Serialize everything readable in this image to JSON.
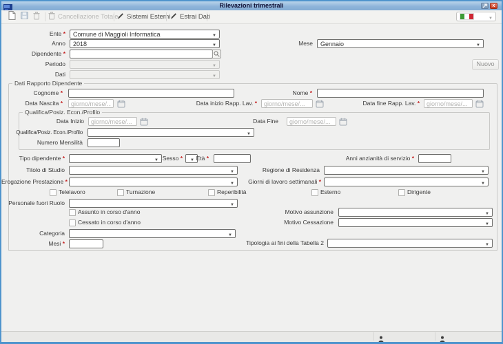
{
  "window": {
    "title": "Rilevazioni trimestrali"
  },
  "toolbar": {
    "cancellazione_label": "Cancellazione Totale",
    "sistemi_label": "Sistemi Esterni",
    "estrai_label": "Estrai Dati"
  },
  "colors": {
    "window_border": "#4f94cd",
    "required_marker": "#c42020",
    "flag_green": "#3d9b35",
    "flag_white": "#ffffff",
    "flag_red": "#cf2734"
  },
  "filters": {
    "ente_label": "Ente",
    "ente_value": "Comune di Maggioli Informatica",
    "anno_label": "Anno",
    "anno_value": "2018",
    "mese_label": "Mese",
    "mese_value": "Gennaio",
    "dipendente_label": "Dipendente",
    "periodo_label": "Periodo",
    "dati_label": "Dati",
    "nuovo_label": "Nuovo"
  },
  "rapporto": {
    "legend": "Dati Rapporto Dipendente",
    "date_placeholder": "giorno/mese/...",
    "cognome_label": "Cognome",
    "nome_label": "Nome",
    "data_nascita_label": "Data Nascita",
    "data_inizio_rapp_label": "Data inizio Rapp. Lav.",
    "data_fine_rapp_label": "Data fine Rapp. Lav.",
    "qualifica": {
      "legend": "Qualifica/Posiz. Econ./Profilo",
      "data_inizio_label": "Data Inizio",
      "data_fine_label": "Data Fine",
      "qualifica_label": "Qualifica/Posiz. Econ./Profilo",
      "numero_mensilita_label": "Numero Mensilità"
    },
    "tipo_dipendente_label": "Tipo dipendente",
    "sesso_label": "Sesso",
    "eta_label": "Età",
    "anni_anzianita_label": "Anni anzianità di servizio",
    "titolo_studio_label": "Titolo di Studio",
    "regione_label": "Regione di Residenza",
    "erogazione_label": "Erogazione Prestazione",
    "giorni_label": "Giorni di lavoro settimanali",
    "flags": [
      {
        "label": "Telelavoro"
      },
      {
        "label": "Turnazione"
      },
      {
        "label": "Reperibilità"
      },
      {
        "label": "Esterno"
      },
      {
        "label": "Dirigente"
      }
    ],
    "personale_label": "Personale fuori Ruolo",
    "assunto_label": "Assunto in corso d'anno",
    "motivo_assunzione_label": "Motivo assunzione",
    "cessato_label": "Cessato in corso d'anno",
    "motivo_cessazione_label": "Motivo Cessazione",
    "categoria_label": "Categoria",
    "mesi_label": "Mesi",
    "tipologia_label": "Tipologia ai fini della Tabella 2"
  }
}
